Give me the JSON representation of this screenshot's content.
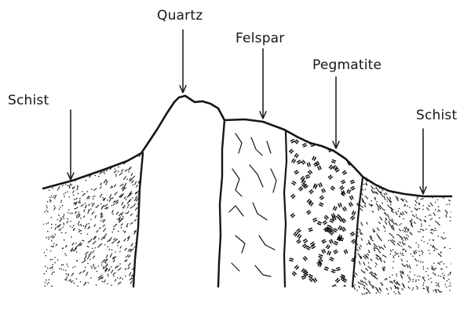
{
  "figure": {
    "labels": {
      "schist_left": "Schist",
      "quartz": "Quartz",
      "felspar": "Felspar",
      "pegmatite": "Pegmatite",
      "schist_right": "Schist"
    }
  }
}
